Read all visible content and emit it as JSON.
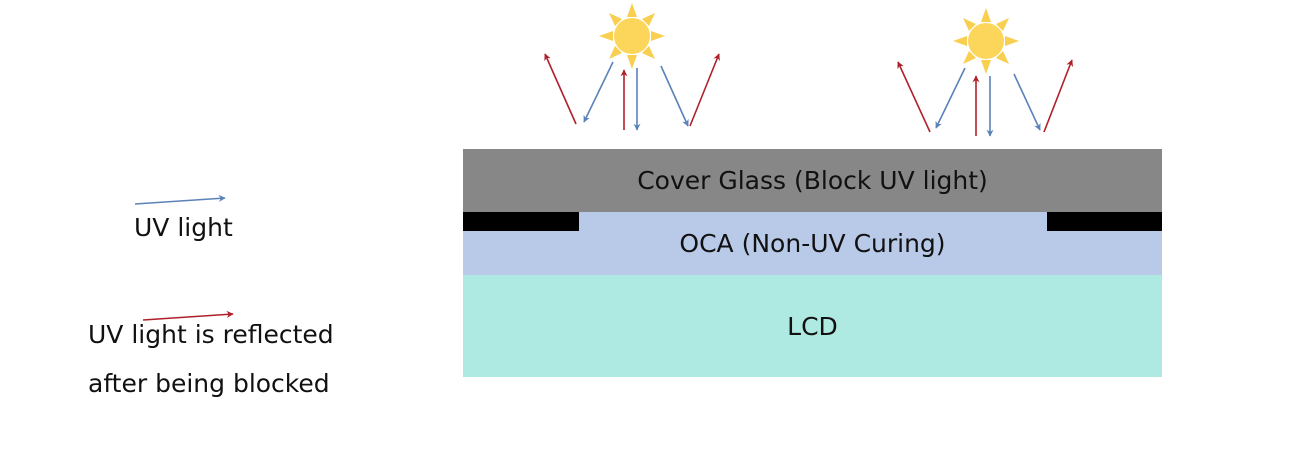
{
  "layers": {
    "cover_glass": "Cover Glass (Block UV light)",
    "oca": "OCA (Non-UV Curing)",
    "lcd": "LCD"
  },
  "legend": {
    "uv_light": "UV light",
    "reflected_line1": "UV light is reflected",
    "reflected_line2": "after being blocked"
  },
  "colors": {
    "cover_glass": "#878787",
    "oca": "#b9c9e8",
    "lcd": "#aeeae2",
    "mask": "#000000",
    "uv_arrow": "#5b82b8",
    "reflected_arrow": "#b0202a",
    "sun_core": "#fcd65a",
    "sun_rays": "#f9cf50"
  },
  "icons": {
    "light_source": "sun-icon"
  }
}
